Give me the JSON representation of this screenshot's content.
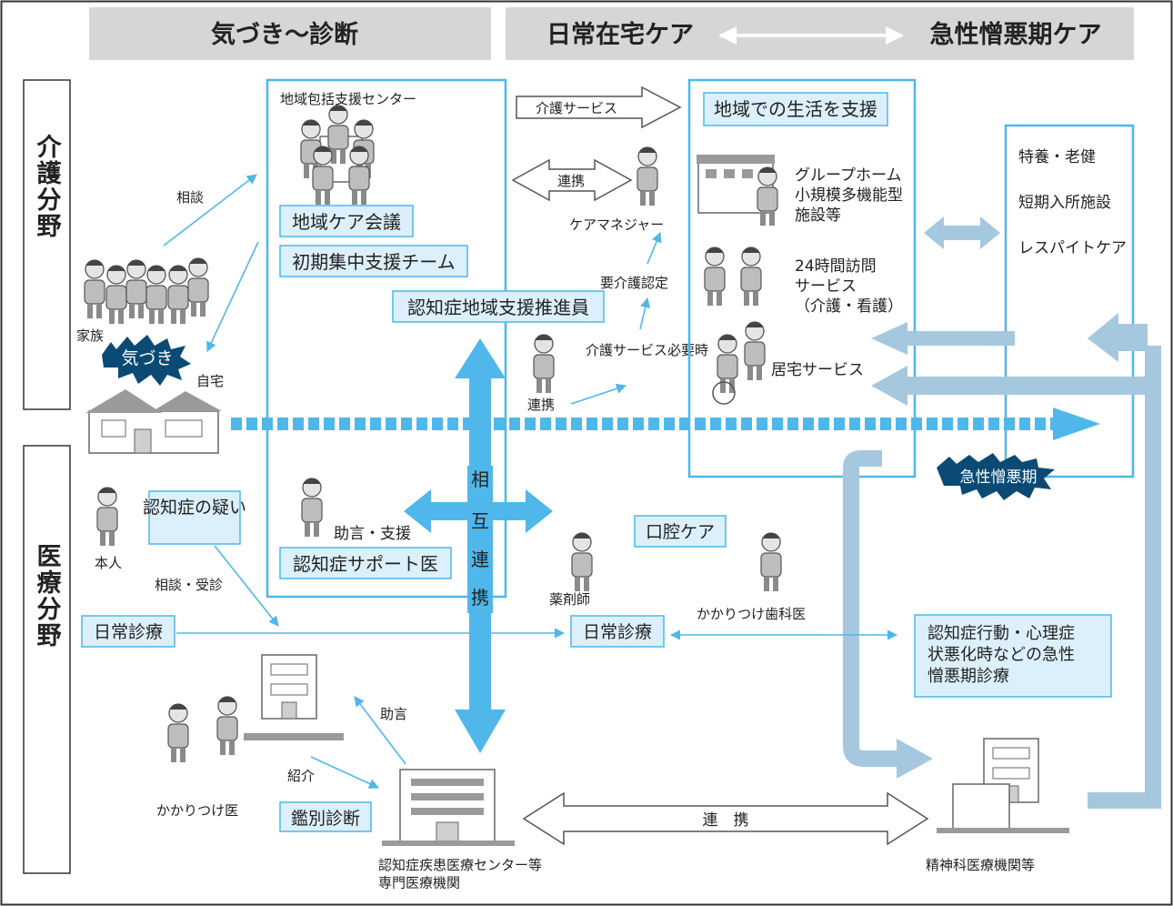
{
  "header": {
    "phase1": "気づき～診断",
    "phase2": "日常在宅ケア",
    "phase3": "急性憎悪期ケア"
  },
  "sides": {
    "care": "介護分野",
    "medical": "医療分野"
  },
  "center": {
    "title": "地域包括支援センター",
    "meeting": "地域ケア会議",
    "team": "初期集中支援チーム",
    "promoter": "認知症地域支援推進員",
    "support_doctor": "認知症サポート医",
    "advice_support": "助言・支援"
  },
  "mutual": [
    "相",
    "互",
    "連",
    "携"
  ],
  "home": {
    "family": "家族",
    "awareness": "気づき",
    "house": "自宅",
    "consult": "相談",
    "self": "本人",
    "suspect": "認知症の疑い",
    "consult_visit": "相談・受診"
  },
  "care": {
    "service_arrow": "介護サービス",
    "renkei_arrow": "連携",
    "manager": "ケアマネジャー",
    "certification": "要介護認定",
    "when_needed": "介護サービス必要時",
    "renkei_small": "連携"
  },
  "community": {
    "title": "地域での生活を支援",
    "group_home": "グループホーム\n小規模多機能型\n施設等",
    "visit_service": "24時間訪問\nサービス\n（介護・看護）",
    "home_service": "居宅サービス"
  },
  "facilities": {
    "items": [
      "特養・老健",
      "短期入所施設",
      "レスパイトケア"
    ],
    "acute": "急性憎悪期"
  },
  "medical": {
    "daily1": "日常診療",
    "daily2": "日常診療",
    "pharmacist": "薬剤師",
    "oral": "口腔ケア",
    "dentist": "かかりつけ歯科医",
    "acute_care": "認知症行動・心理症\n状悪化時などの急性\n憎悪期診療",
    "gp": "かかりつけ医",
    "advice": "助言",
    "referral": "紹介",
    "differential": "鑑別診断",
    "center_hospital": "認知症疾患医療センター等\n専門医療機関",
    "renkei": "連　携",
    "psychiatric": "精神科医療機関等"
  },
  "colors": {
    "blue": "#4fb7ea",
    "pale_blue": "#a5c8df",
    "box_fill": "#dcf0fb",
    "navy": "#0b4a74",
    "header_gray": "#d6d6d6"
  }
}
